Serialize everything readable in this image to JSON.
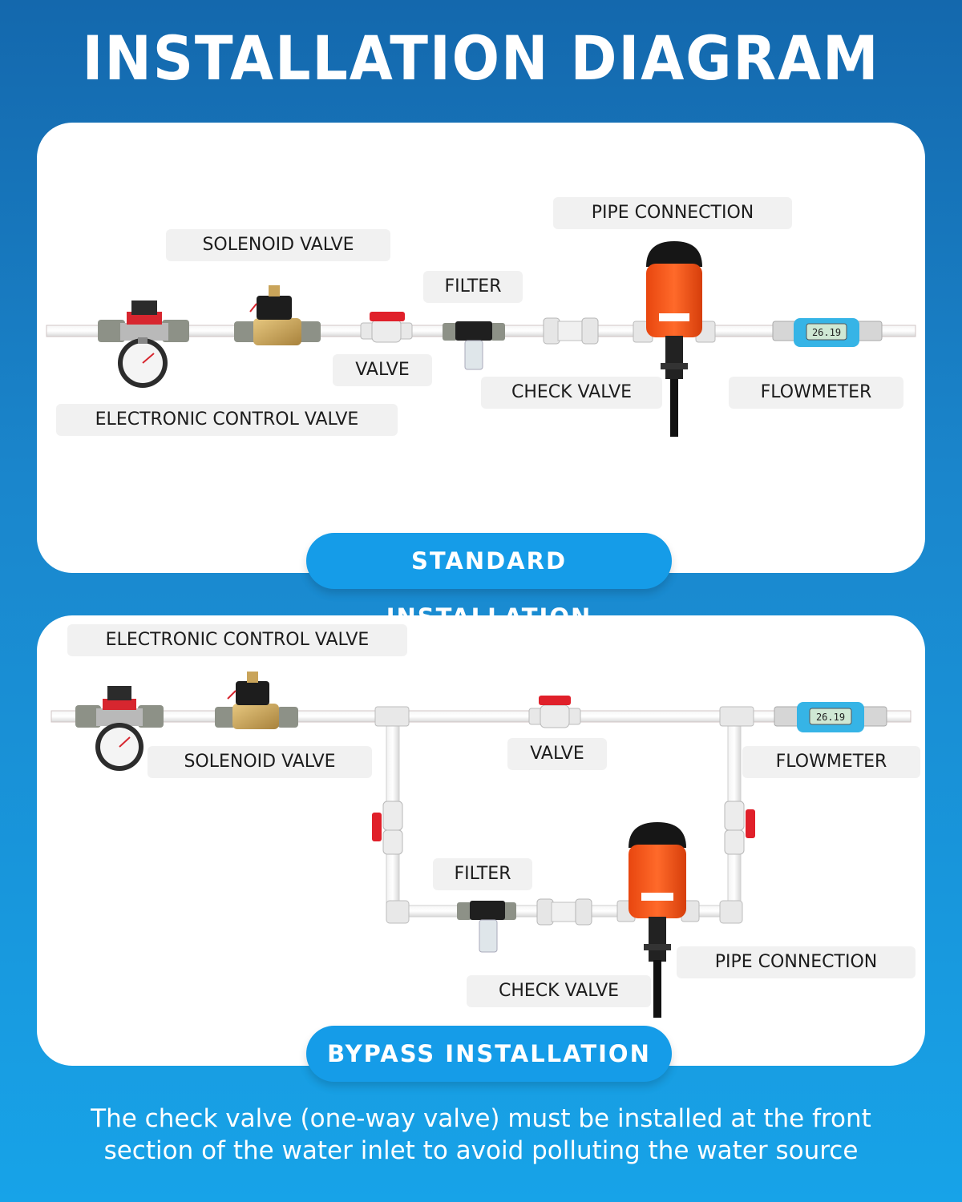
{
  "title": "INSTALLATION DIAGRAM",
  "standard": {
    "banner": "STANDARD INSTALLATION",
    "labels": {
      "pipe_connection": "PIPE CONNECTION",
      "solenoid_valve": "SOLENOID VALVE",
      "filter": "FILTER",
      "valve": "VALVE",
      "check_valve": "CHECK VALVE",
      "flowmeter": "FLOWMETER",
      "electronic_control_valve": "ELECTRONIC CONTROL VALVE"
    }
  },
  "bypass": {
    "banner": "BYPASS INSTALLATION",
    "labels": {
      "electronic_control_valve": "ELECTRONIC CONTROL VALVE",
      "solenoid_valve": "SOLENOID VALVE",
      "valve": "VALVE",
      "flowmeter": "FLOWMETER",
      "filter": "FILTER",
      "pipe_connection": "PIPE CONNECTION",
      "check_valve": "CHECK VALVE"
    }
  },
  "flowmeter_reading": "26.19",
  "note_line1": "The check valve (one-way valve) must be installed at the front",
  "note_line2": "section of the water inlet to avoid polluting the water source",
  "colors": {
    "background_top": "#1468ad",
    "background_bottom": "#17a3e8",
    "pill": "#159ce8",
    "pump": "#ff5a1f",
    "valve_handle": "#e0202a",
    "brass": "#c9a45a",
    "meter_screen": "#36b4e6"
  },
  "icons": [
    "pressure-regulator-icon",
    "solenoid-valve-icon",
    "ball-valve-icon",
    "filter-icon",
    "check-valve-icon",
    "dosing-pump-icon",
    "flowmeter-icon"
  ]
}
